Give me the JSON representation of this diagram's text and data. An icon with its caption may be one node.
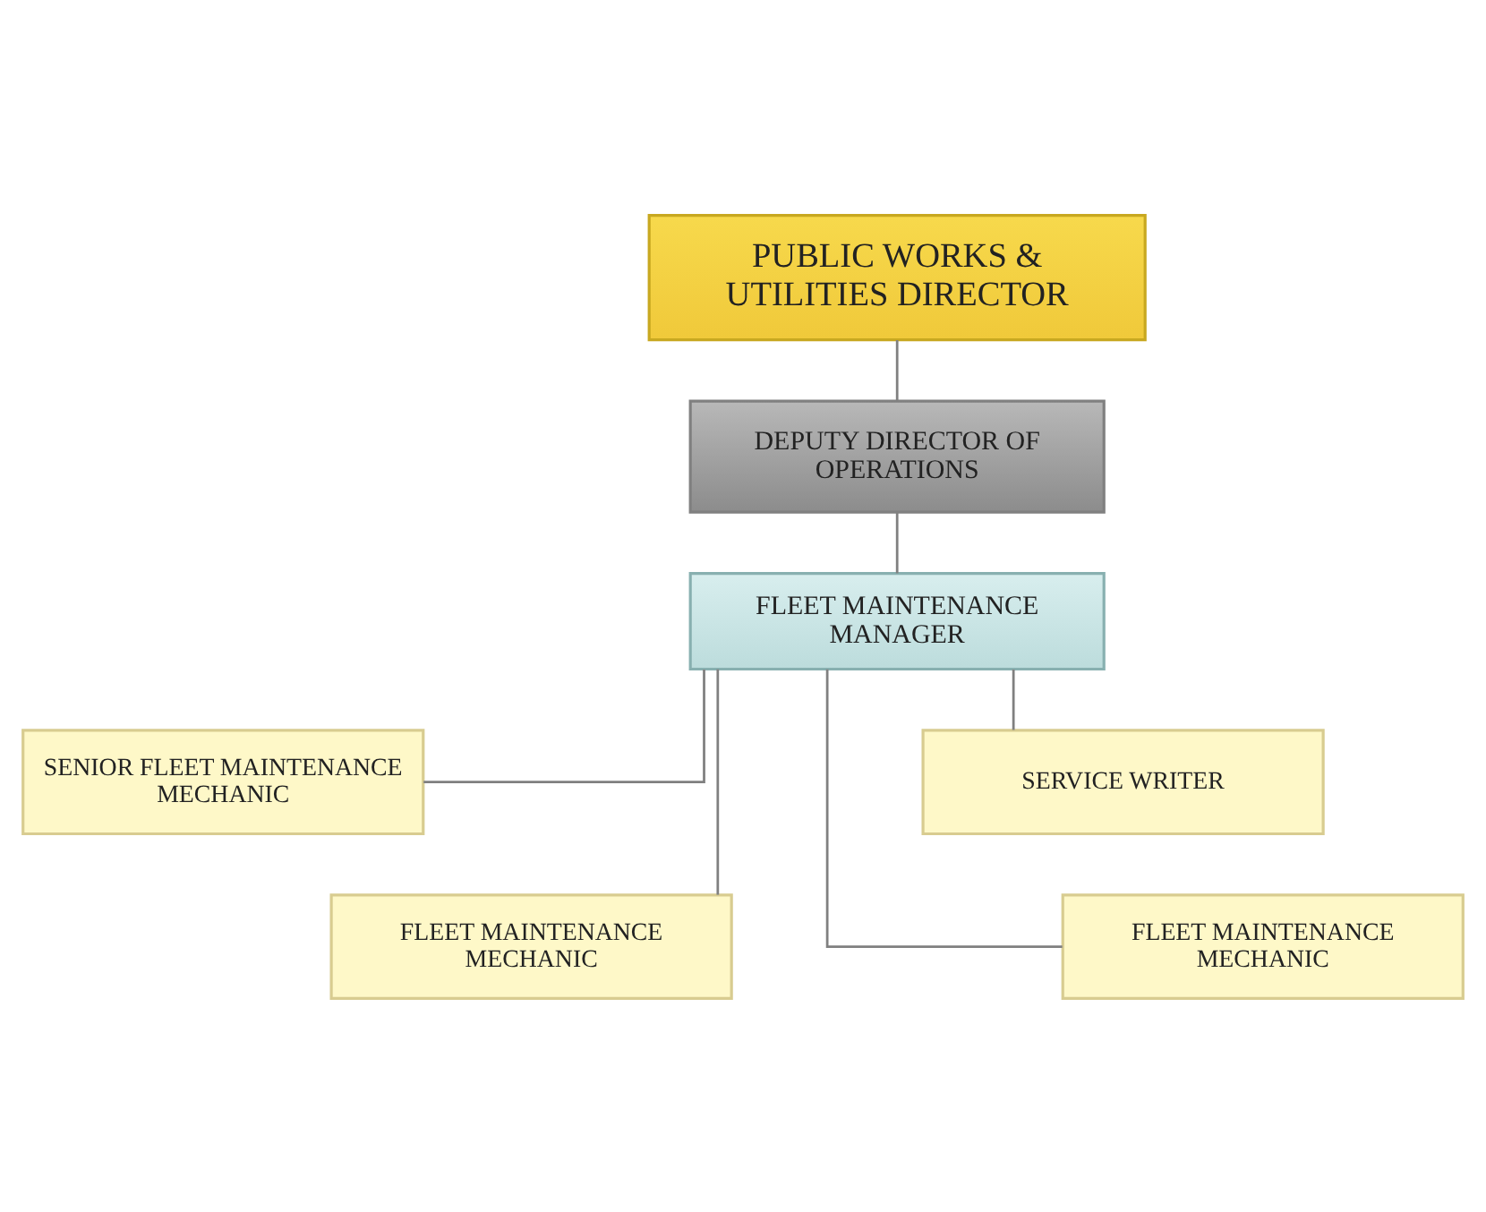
{
  "diagram": {
    "nodes": [
      {
        "text": [
          "PUBLIC WORKS & UTILITIES DIRECTOR"
        ]
      },
      {
        "text": [
          "DEPUTY DIRECTOR OF OPERATIONS"
        ]
      },
      {
        "text": [
          "FLEET MAINTENANCE MANAGER"
        ]
      },
      {
        "text": [
          "SENIOR FLEET MAINTENANCE MECHANIC"
        ]
      },
      {
        "text": [
          "SERVICE WRITER"
        ]
      },
      {
        "text": [
          "FLEET MAINTENANCE MECHANIC"
        ]
      },
      {
        "text": [
          "FLEET MAINTENANCE MECHANIC"
        ]
      }
    ],
    "edges": [
      {
        "from": 0,
        "to": 1,
        "arrow": "none"
      },
      {
        "from": 1,
        "to": 2,
        "arrow": "none"
      },
      {
        "from": 2,
        "to": 3,
        "arrow": "none"
      },
      {
        "from": 2,
        "to": 4,
        "arrow": "none"
      },
      {
        "from": 2,
        "to": 5,
        "arrow": "none"
      },
      {
        "from": 2,
        "to": 6,
        "arrow": "none"
      }
    ]
  }
}
